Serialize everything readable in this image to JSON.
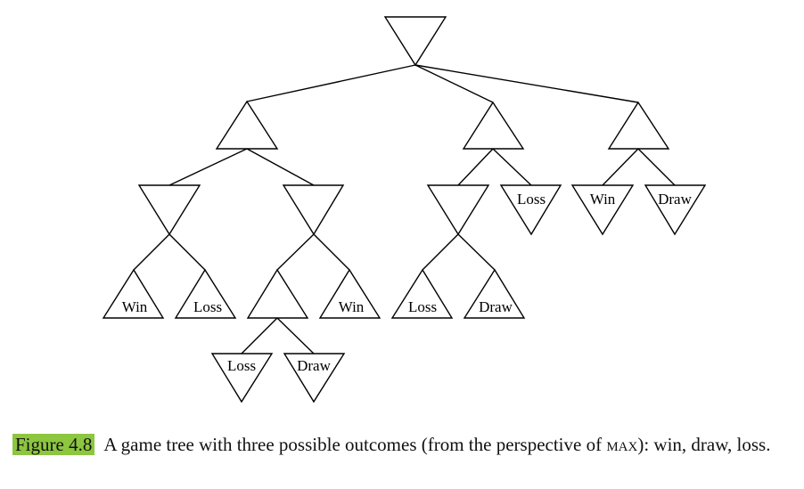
{
  "tree": {
    "leaves": {
      "l3_1": "Win",
      "l3_2": "Loss",
      "l3_4": "Win",
      "l3_5": "Loss",
      "l3_6": "Draw",
      "l4_1": "Loss",
      "l4_2": "Draw",
      "l2_4": "Loss",
      "l2_5": "Win",
      "l2_6": "Draw"
    }
  },
  "caption": {
    "figure_label": "Figure 4.8",
    "text_before": "A game tree with three possible outcomes (from the perspective of ",
    "max": "max",
    "text_after": "): win, draw, loss."
  },
  "colors": {
    "highlight": "#8dc63f"
  }
}
